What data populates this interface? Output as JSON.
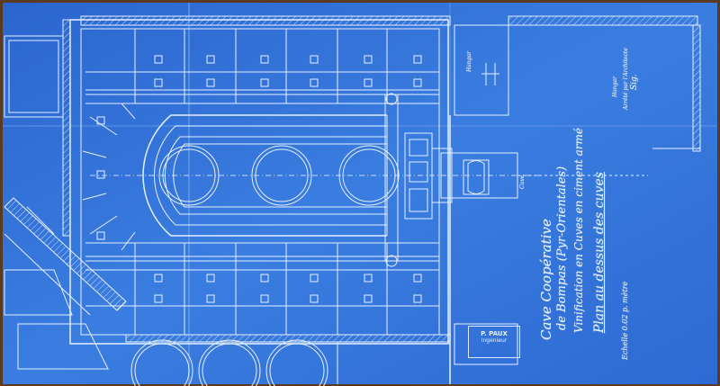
{
  "title": "Cave Coopérative",
  "subtitle": "de Bompas (Pyr-Orientales)",
  "description": "Vinification en Cuves en ciment armé",
  "plan_label": "Plan au dessus des cuves",
  "scale": "Echelle 0.02 p. mètre",
  "stamp_name": "P. PAUX",
  "stamp_text": "Ingénieur",
  "annotation": "Arrêté par l'Architecte",
  "signature": "Sig.",
  "room_labels": [
    "Hangar",
    "Hangar",
    "Cuve"
  ],
  "colors": {
    "paper": "#2f6fd6",
    "lines": "#e6f0ff",
    "border_bg": "#5a3a20"
  }
}
